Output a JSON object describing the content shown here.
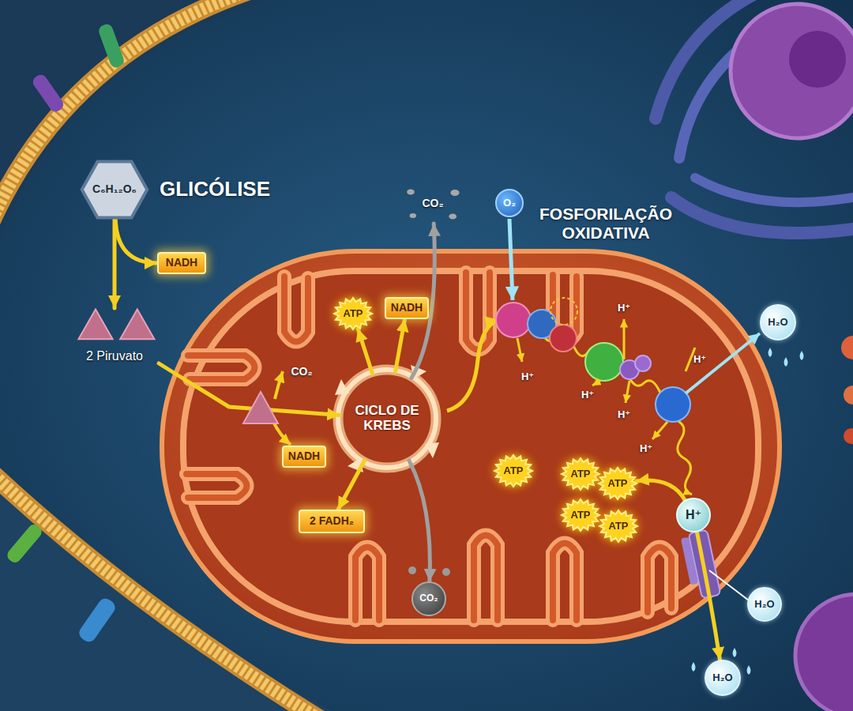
{
  "diagram": {
    "nodes": [
      {
        "text": [
          "C₆H₁₂O₆"
        ]
      },
      {
        "text": [
          "NADH"
        ]
      },
      {
        "text": [
          "2 Piruvato"
        ]
      },
      {
        "text": [
          "CO₂"
        ]
      },
      {
        "text": [
          "O₂"
        ]
      },
      {
        "text": [
          "ATP"
        ]
      },
      {
        "text": [
          "NADH"
        ]
      },
      {
        "text": [
          "NADH"
        ]
      },
      {
        "text": [
          "CICLO DE KREBS"
        ]
      },
      {
        "text": [
          "2 FADH₂"
        ]
      },
      {
        "text": [
          "H₂O"
        ]
      },
      {
        "text": [
          "ATP"
        ]
      },
      {
        "text": [
          "ATP"
        ]
      },
      {
        "text": [
          "ATP"
        ]
      },
      {
        "text": [
          "ATP"
        ]
      },
      {
        "text": [
          "ATP"
        ]
      },
      {
        "text": [
          "H⁺"
        ]
      },
      {
        "text": [
          "H₂O"
        ]
      },
      {
        "text": [
          "CO₂"
        ]
      },
      {
        "text": [
          "H₂O"
        ]
      }
    ],
    "edges": [
      {
        "from": 0,
        "to": 2,
        "arrow": "to"
      },
      {
        "from": 0,
        "to": 1,
        "arrow": "to"
      },
      {
        "from": 2,
        "to": 8,
        "arrow": "to"
      },
      {
        "from": 8,
        "to": 5,
        "arrow": "to"
      },
      {
        "from": 8,
        "to": 6,
        "arrow": "to"
      },
      {
        "from": 8,
        "to": 3,
        "arrow": "to"
      },
      {
        "from": 8,
        "to": 9,
        "arrow": "to"
      },
      {
        "from": 8,
        "to": 18,
        "arrow": "to"
      },
      {
        "from": 16,
        "to": 13,
        "arrow": "to"
      },
      {
        "from": 16,
        "to": 19,
        "arrow": "to"
      }
    ],
    "labels": [
      "GLICÓLISE",
      "CO₂",
      "FOSFORILAÇÃO OXIDATIVA",
      "H⁺",
      "H⁺",
      "H⁺",
      "H⁺",
      "H⁺",
      "H⁺"
    ]
  }
}
